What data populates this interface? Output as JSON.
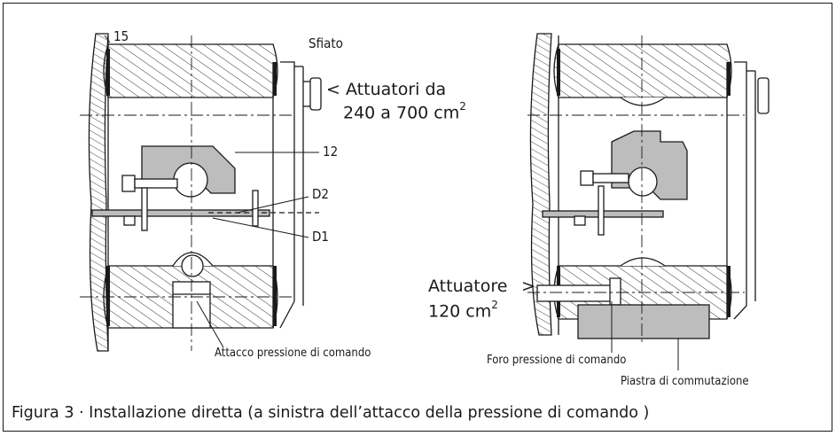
{
  "labels": {
    "part_15": "15",
    "sfiato": "Sfiato",
    "attuatori_prefix": "<",
    "attuatori_line1": "Attuatori da",
    "attuatori_line2": "240 a 700 cm",
    "attuatori_exp": "2",
    "part_12": "12",
    "d2": "D2",
    "d1": "D1",
    "attacco": "Attacco pressione di comando",
    "attuatore_line1": "Attuatore",
    "attuatore_arrow": ">",
    "attuatore_line2": "120 cm",
    "attuatore_exp": "2",
    "foro": "Foro pressione di comando",
    "piastra": "Piastra di commutazione"
  },
  "caption": "Figura 3 · Installazione diretta (a sinistra dell’attacco della pressione di comando )",
  "colors": {
    "line": "#1a1a1a",
    "fill_gray": "#bdbdbd",
    "hatch": "#333333"
  }
}
